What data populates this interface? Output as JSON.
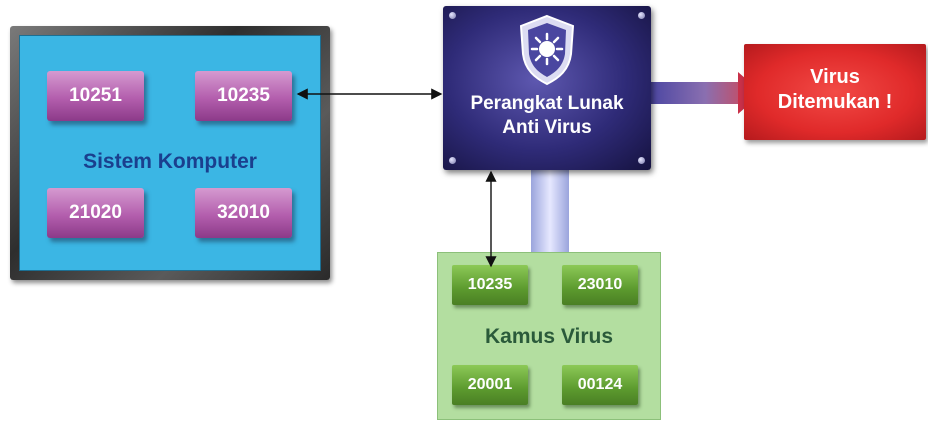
{
  "system": {
    "title": "Sistem Komputer",
    "codes": [
      "10251",
      "10235",
      "21020",
      "32010"
    ]
  },
  "antivirus": {
    "line1": "Perangkat Lunak",
    "line2": "Anti Virus",
    "icon": "shield-virus-icon"
  },
  "result": {
    "line1": "Virus",
    "line2": "Ditemukan !"
  },
  "dictionary": {
    "title": "Kamus Virus",
    "codes": [
      "10235",
      "23010",
      "20001",
      "00124"
    ]
  },
  "colors": {
    "system_panel": "#3bb6e4",
    "system_cells": "#b35ead",
    "antivirus_box": "#2f2b78",
    "virus_box": "#e02a2a",
    "dictionary_panel": "#b3dea0",
    "dictionary_cells": "#5c9a2e"
  }
}
